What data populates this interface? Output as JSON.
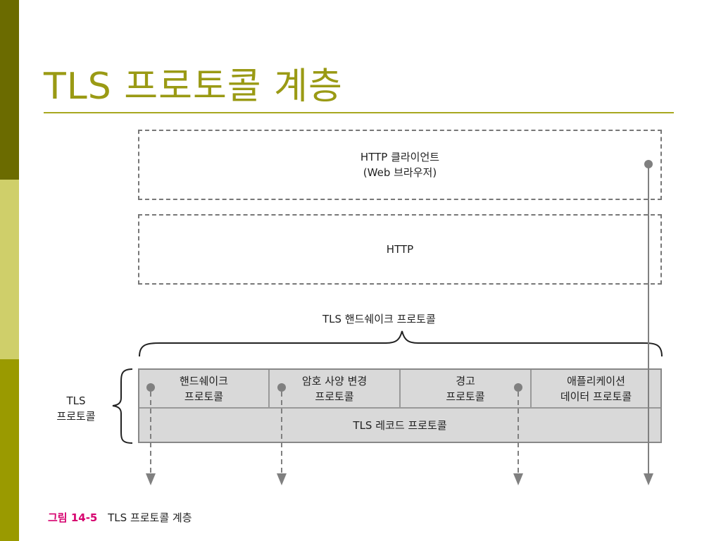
{
  "title": "TLS 프로토콜 계층",
  "colors": {
    "accent": "#9a9a14",
    "caption_number": "#d6006e",
    "box_fill": "#d9d9d9"
  },
  "diagram": {
    "client_box": {
      "line1": "HTTP 클라이언트",
      "line2": "(Web 브라우저)"
    },
    "http_box": {
      "label": "HTTP"
    },
    "handshake_brace_label": "TLS 핸드쉐이크 프로토콜",
    "tls_label": {
      "line1": "TLS",
      "line2": "프로토콜"
    },
    "protocols": [
      {
        "line1": "핸드쉐이크",
        "line2": "프로토콜"
      },
      {
        "line1": "암호 사양 변경",
        "line2": "프로토콜"
      },
      {
        "line1": "경고",
        "line2": "프로토콜"
      },
      {
        "line1": "애플리케이션",
        "line2": "데이터 프로토콜"
      }
    ],
    "record_protocol": "TLS 레코드 프로토콜"
  },
  "caption": {
    "number": "그림 14-5",
    "text": "TLS 프로토콜 계층"
  }
}
